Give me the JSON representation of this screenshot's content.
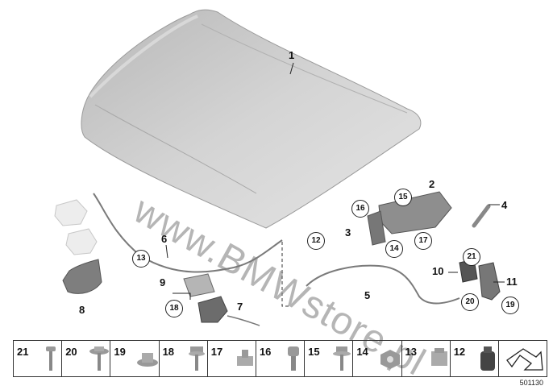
{
  "watermark": "www.BMWstore.pl",
  "callouts": [
    "1",
    "2",
    "3",
    "4",
    "5",
    "6",
    "7",
    "8",
    "9",
    "10",
    "11"
  ],
  "circled_callouts": [
    "12",
    "13",
    "14",
    "15",
    "16",
    "17",
    "18",
    "19",
    "20",
    "21"
  ],
  "strip": [
    {
      "num": "21",
      "icon": "bolt-icon"
    },
    {
      "num": "20",
      "icon": "flange-screw-icon"
    },
    {
      "num": "19",
      "icon": "flange-nut-icon"
    },
    {
      "num": "18",
      "icon": "hex-bolt-icon"
    },
    {
      "num": "17",
      "icon": "clip-nut-icon"
    },
    {
      "num": "16",
      "icon": "socket-bolt-icon"
    },
    {
      "num": "15",
      "icon": "collar-screw-icon"
    },
    {
      "num": "14",
      "icon": "hex-nut-icon"
    },
    {
      "num": "13",
      "icon": "cable-clip-icon"
    },
    {
      "num": "12",
      "icon": "rubber-buffer-icon"
    },
    {
      "num": "",
      "icon": "direction-arrow-icon"
    }
  ],
  "doc_number": "501130",
  "colors": {
    "hood": "#c6c6c6",
    "parts": "#8a8a8a",
    "line": "#222222"
  }
}
